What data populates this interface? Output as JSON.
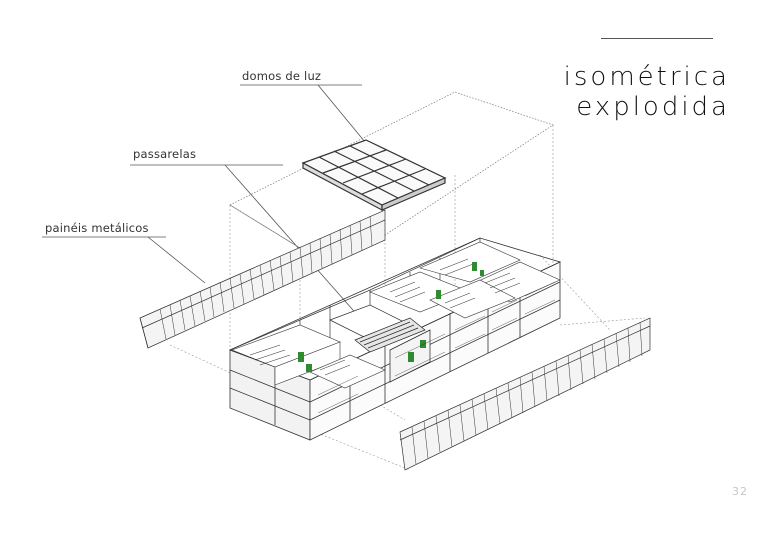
{
  "title": {
    "line1": "isométrica",
    "line2": "explodida"
  },
  "labels": {
    "skylights": "domos de luz",
    "walkways": "passarelas",
    "metal_panels": "painéis metálicos"
  },
  "page_number": "32",
  "colors": {
    "lines": "#333333",
    "accent_green": "#2e8b2e",
    "dashed": "#888888"
  }
}
